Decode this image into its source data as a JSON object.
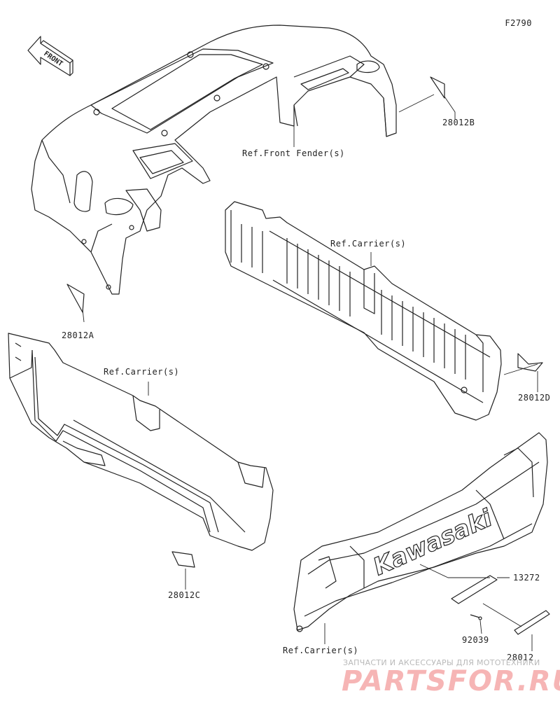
{
  "figure_code": "F2790",
  "front_badge": "FRONT",
  "logo_text": "Kawasaki",
  "labels": {
    "p28012B": "28012B",
    "front_fender": "Ref.Front Fender(s)",
    "carrier_top": "Ref.Carrier(s)",
    "p28012A": "28012A",
    "carrier_left": "Ref.Carrier(s)",
    "p28012D": "28012D",
    "p28012C": "28012C",
    "p13272": "13272",
    "p92039": "92039",
    "carrier_bottom": "Ref.Carrier(s)",
    "p28012": "28012"
  },
  "watermark": {
    "line1": "ЗАПЧАСТИ И АКСЕССУАРЫ ДЛЯ МОТОТЕХНИКИ",
    "line2": "PARTSFOR.RU"
  },
  "colors": {
    "line": "#222222",
    "watermark_red": "#f6b5b5",
    "watermark_gray": "#b9b9b9"
  }
}
